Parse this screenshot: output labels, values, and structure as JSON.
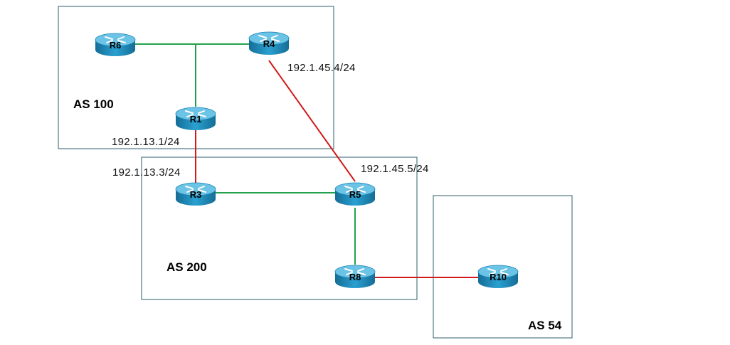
{
  "colors": {
    "as_border": "#2e5f6f",
    "ibgp_link": "#22a04b",
    "ebgp_link": "#d11a1a",
    "router_body": "#1f8fc0",
    "router_top": "#6bc3e6"
  },
  "autonomous_systems": [
    {
      "id": "as100",
      "label": "AS 100"
    },
    {
      "id": "as200",
      "label": "AS 200"
    },
    {
      "id": "as54",
      "label": "AS 54"
    }
  ],
  "routers": [
    {
      "id": "r6",
      "label": "R6"
    },
    {
      "id": "r4",
      "label": "R4"
    },
    {
      "id": "r1",
      "label": "R1"
    },
    {
      "id": "r3",
      "label": "R3"
    },
    {
      "id": "r5",
      "label": "R5"
    },
    {
      "id": "r8",
      "label": "R8"
    },
    {
      "id": "r10",
      "label": "R10"
    }
  ],
  "links": [
    {
      "id": "r6-r4",
      "type": "internal"
    },
    {
      "id": "r1-hub",
      "type": "internal"
    },
    {
      "id": "r3-r5",
      "type": "internal"
    },
    {
      "id": "r5-r8",
      "type": "internal"
    },
    {
      "id": "r1-r3",
      "type": "external"
    },
    {
      "id": "r4-r5",
      "type": "external"
    },
    {
      "id": "r8-r10",
      "type": "external"
    }
  ],
  "ip_labels": {
    "r4_if": "192.1.45.4/24",
    "r1_if": "192.1.13.1/24",
    "r3_if": "192.1.13.3/24",
    "r5_if": "192.1.45.5/24"
  }
}
